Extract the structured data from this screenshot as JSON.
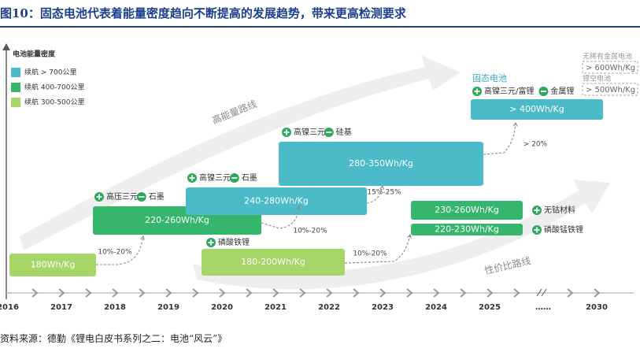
{
  "title": "图10：固态电池代表着能量密度趋向不断提高的发展趋势，带来更高检测要求",
  "source": "资料来源：德勤《锂电白皮书系列之二：电池“风云”》",
  "colors": {
    "teal": "#4bbac9",
    "green": "#36b56c",
    "lime": "#a6d667",
    "arrow_band": "#eeeeee",
    "band_text": "#8a8a8a",
    "axis": "#555555"
  },
  "chart_data": {
    "type": "timeline-bar",
    "ylabel": "电池能量密度",
    "legend": [
      {
        "label": "续航 > 700公里",
        "color": "#4bbac9"
      },
      {
        "label": "续航 400-700公里",
        "color": "#36b56c"
      },
      {
        "label": "续航 300-500公里",
        "color": "#a6d667"
      }
    ],
    "years": [
      "2016",
      "2017",
      "2018",
      "2019",
      "2020",
      "2021",
      "2022",
      "2023",
      "2024",
      "2025",
      "……",
      "2030"
    ],
    "bars": [
      {
        "label": "180Wh/Kg",
        "start": "2016",
        "end": "2017",
        "color": "lime"
      },
      {
        "label": "220-260Wh/Kg",
        "start": "2017",
        "end": "2020",
        "color": "green"
      },
      {
        "label": "240-280Wh/Kg",
        "start": "2019",
        "end": "2022",
        "color": "teal"
      },
      {
        "label": "180-200Wh/Kg",
        "start": "2020",
        "end": "2022",
        "color": "lime"
      },
      {
        "label": "280-350Wh/Kg",
        "start": "2021",
        "end": "2024",
        "color": "teal"
      },
      {
        "label": "230-260Wh/Kg",
        "start": "2023.5",
        "end": "2025.6",
        "color": "green"
      },
      {
        "label": "220-230Wh/Kg",
        "start": "2023.5",
        "end": "2025.6",
        "color": "green"
      },
      {
        "label": "> 400Wh/Kg",
        "start": "2025",
        "end": "2026",
        "color": "teal"
      }
    ],
    "tech_labels": [
      {
        "items": [
          "高压三元",
          "石墨"
        ],
        "bar": "220-260Wh/Kg"
      },
      {
        "items": [
          "高镍三元",
          "石墨"
        ],
        "bar": "240-280Wh/Kg"
      },
      {
        "items": [
          "磷酸铁锂"
        ],
        "bar": "180-200Wh/Kg"
      },
      {
        "items": [
          "高镍三元",
          "硅基"
        ],
        "bar": "280-350Wh/Kg"
      },
      {
        "items": [
          "无钴材料"
        ],
        "bar": "230-260Wh/Kg"
      },
      {
        "items": [
          "磷酸锰铁锂"
        ],
        "bar": "220-230Wh/Kg"
      },
      {
        "items": [
          "高镍三元/富锂",
          "金属锂"
        ],
        "bar": "> 400Wh/Kg"
      }
    ],
    "solid_state_label": "固态电池",
    "growth_labels": [
      "10%-20%",
      "10%-20%",
      "15%-25%",
      "10%-20%",
      "> 20%"
    ],
    "bands": [
      "高能量路线",
      "性价比路线"
    ],
    "future": [
      {
        "label": "无稀有金属电池",
        "value": "> 600Wh/Kg"
      },
      {
        "label": "锂空电池",
        "value": "> 500Wh/Kg"
      }
    ]
  }
}
